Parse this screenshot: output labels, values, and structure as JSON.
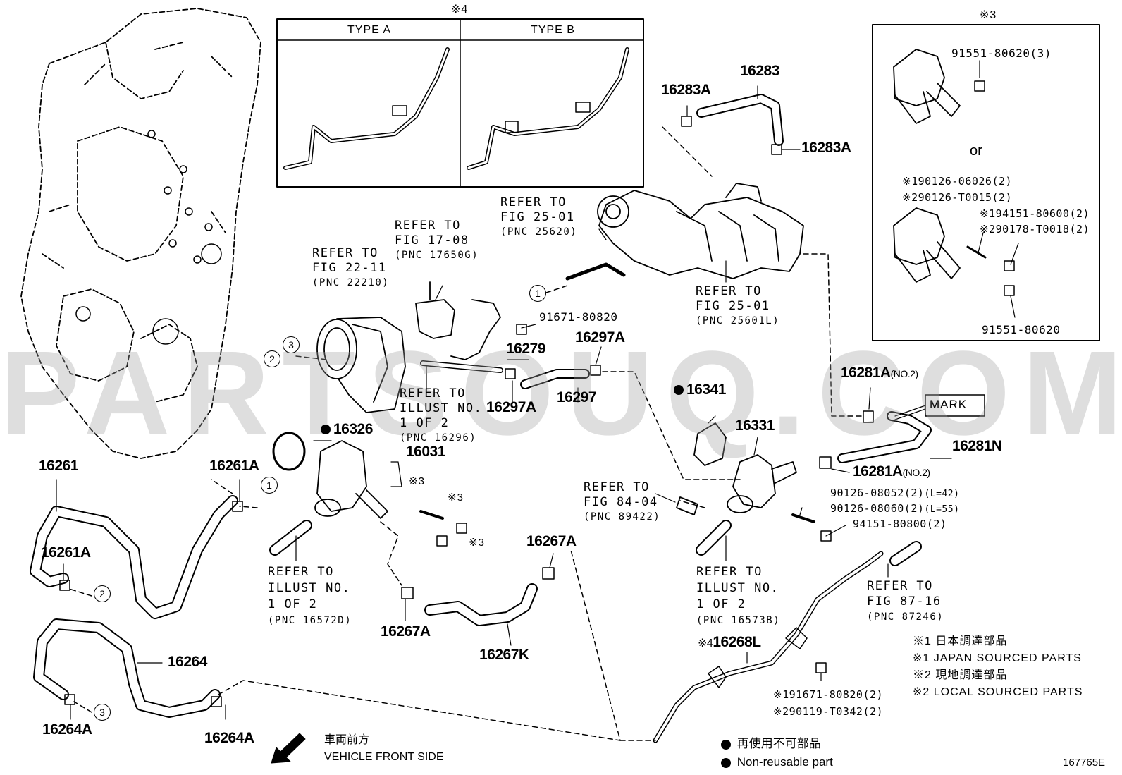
{
  "diagram_id": "167765E",
  "watermark": "PARTSOUQ.COM",
  "boxes": {
    "type_box_mark": "※4",
    "type_a": "TYPE A",
    "type_b": "TYPE B",
    "right_box_mark": "※3",
    "or": "or"
  },
  "part_numbers": {
    "p16283": "16283",
    "p16283a_1": "16283A",
    "p16283a_2": "16283A",
    "p91671_80820": "91671-80820",
    "p16297a_1": "16297A",
    "p16279": "16279",
    "p16297a_2": "16297A",
    "p16297": "16297",
    "p16341": "16341",
    "p16326": "16326",
    "p16031": "16031",
    "p16331": "16331",
    "p16281a_no2_top": "16281A",
    "p16281a_no2_top_suffix": "(NO.2)",
    "p16281n": "16281N",
    "p16281a_no2_bot": "16281A",
    "p16281a_no2_bot_suffix": "(NO.2)",
    "p16261": "16261",
    "p16261a_1": "16261A",
    "p16261a_2": "16261A",
    "p16264": "16264",
    "p16264a_1": "16264A",
    "p16264a_2": "16264A",
    "p16267a_1": "16267A",
    "p16267a_2": "16267A",
    "p16267k": "16267K",
    "p16268l": "16268L",
    "p16268l_mark": "※4",
    "p90126_08052": "90126-08052(2)",
    "p90126_08052_len": "(L=42)",
    "p90126_08060": "90126-08060(2)",
    "p90126_08060_len": "(L=55)",
    "p94151_80800": "94151-80800(2)",
    "p91671_80820_2": "※191671-80820(2)",
    "p90119_t0342": "※290119-T0342(2)",
    "bolt_mark_1": "※3",
    "bolt_mark_2": "※3",
    "bolt_mark_3": "※3",
    "rb_91551_80620_3": "91551-80620(3)",
    "rb_90126_06026": "※190126-06026(2)",
    "rb_90126_t0015": "※290126-T0015(2)",
    "rb_94151_80600": "※194151-80600(2)",
    "rb_90178_t0018": "※290178-T0018(2)",
    "rb_91551_80620": "91551-80620"
  },
  "refers": {
    "r_fig2501_a_1": "REFER TO",
    "r_fig2501_a_2": "FIG 25-01",
    "r_fig2501_a_3": "(PNC 25620)",
    "r_fig1708_1": "REFER TO",
    "r_fig1708_2": "FIG 17-08",
    "r_fig1708_3": "(PNC 17650G)",
    "r_fig2211_1": "REFER TO",
    "r_fig2211_2": "FIG 22-11",
    "r_fig2211_3": "(PNC 22210)",
    "r_fig2501_b_1": "REFER TO",
    "r_fig2501_b_2": "FIG 25-01",
    "r_fig2501_b_3": "(PNC 25601L)",
    "r_illust16296_1": "REFER TO",
    "r_illust16296_2": "ILLUST NO.",
    "r_illust16296_3": "1 OF 2",
    "r_illust16296_4": "(PNC 16296)",
    "r_fig8404_1": "REFER TO",
    "r_fig8404_2": "FIG 84-04",
    "r_fig8404_3": "(PNC 89422)",
    "r_illust16572_1": "REFER TO",
    "r_illust16572_2": "ILLUST NO.",
    "r_illust16572_3": "1 OF 2",
    "r_illust16572_4": "(PNC 16572D)",
    "r_illust16573_1": "REFER TO",
    "r_illust16573_2": "ILLUST NO.",
    "r_illust16573_3": "1 OF 2",
    "r_illust16573_4": "(PNC 16573B)",
    "r_fig8716_1": "REFER TO",
    "r_fig8716_2": "FIG 87-16",
    "r_fig8716_3": "(PNC 87246)"
  },
  "mark_label": "MARK",
  "circles": {
    "c1a": "1",
    "c1b": "1",
    "c2a": "2",
    "c2b": "2",
    "c3a": "3",
    "c3b": "3"
  },
  "legend": {
    "l1": "※1 日本調達部品",
    "l2": "※1 JAPAN SOURCED PARTS",
    "l3": "※2 現地調達部品",
    "l4": "※2 LOCAL SOURCED PARTS",
    "nr_jp": "再使用不可部品",
    "nr_en": "Non-reusable part",
    "front_jp": "車両前方",
    "front_en": "VEHICLE FRONT SIDE"
  }
}
